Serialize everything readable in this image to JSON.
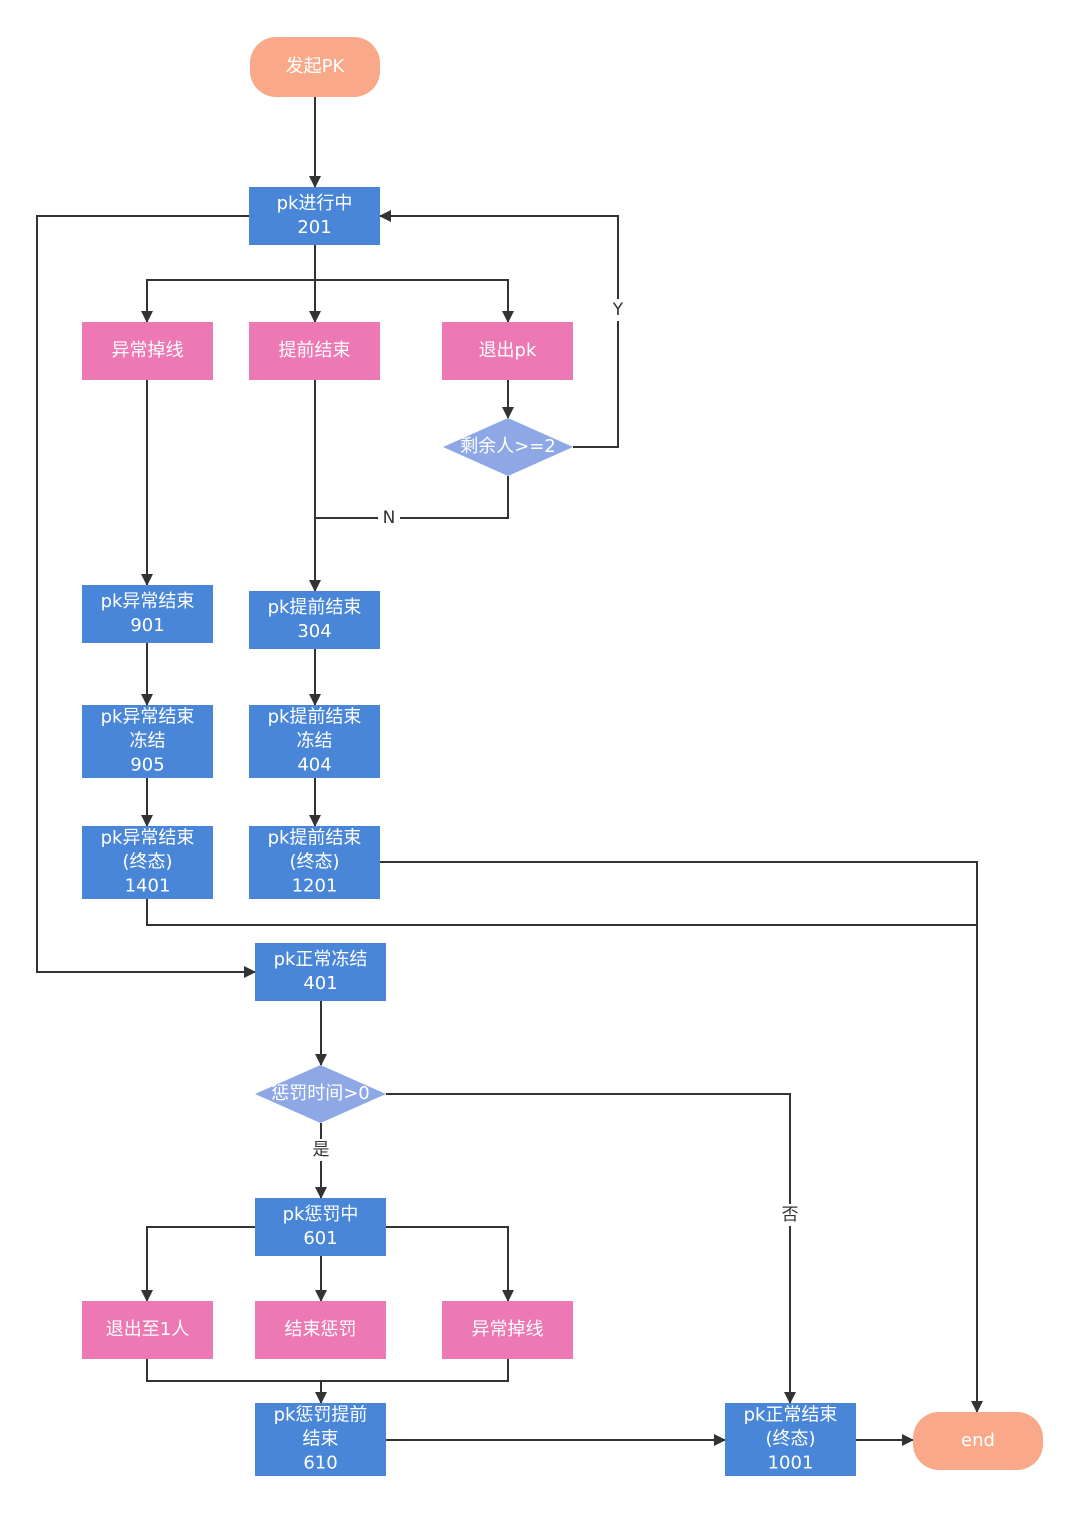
{
  "colors": {
    "terminal": "#f9a98a",
    "state": "#4a86d8",
    "event": "#ec78b4",
    "decision": "#8ea8e6",
    "line": "#333333"
  },
  "nodes": {
    "start": {
      "lines": [
        "发起PK"
      ]
    },
    "s201": {
      "lines": [
        "pk进行中",
        "201"
      ]
    },
    "drop1": {
      "lines": [
        "异常掉线"
      ]
    },
    "early": {
      "lines": [
        "提前结束"
      ]
    },
    "quit": {
      "lines": [
        "退出pk"
      ]
    },
    "remain": {
      "lines": [
        "剩余人>=2"
      ]
    },
    "s901": {
      "lines": [
        "pk异常结束",
        "901"
      ]
    },
    "s304": {
      "lines": [
        "pk提前结束",
        "304"
      ]
    },
    "s905": {
      "lines": [
        "pk异常结束",
        "冻结",
        "905"
      ]
    },
    "s404": {
      "lines": [
        "pk提前结束",
        "冻结",
        "404"
      ]
    },
    "s1401": {
      "lines": [
        "pk异常结束",
        "(终态)",
        "1401"
      ]
    },
    "s1201": {
      "lines": [
        "pk提前结束",
        "(终态)",
        "1201"
      ]
    },
    "s401": {
      "lines": [
        "pk正常冻结",
        "401"
      ]
    },
    "penalty": {
      "lines": [
        "惩罚时间>0"
      ]
    },
    "s601": {
      "lines": [
        "pk惩罚中",
        "601"
      ]
    },
    "quit1": {
      "lines": [
        "退出至1人"
      ]
    },
    "endpen": {
      "lines": [
        "结束惩罚"
      ]
    },
    "drop2": {
      "lines": [
        "异常掉线"
      ]
    },
    "s610": {
      "lines": [
        "pk惩罚提前",
        "结束",
        "610"
      ]
    },
    "s1001": {
      "lines": [
        "pk正常结束",
        "(终态)",
        "1001"
      ]
    },
    "end": {
      "lines": [
        "end"
      ]
    }
  },
  "edge_labels": {
    "yes_loop": "Y",
    "no_branch": "N",
    "penalty_yes": "是",
    "penalty_no": "否"
  }
}
